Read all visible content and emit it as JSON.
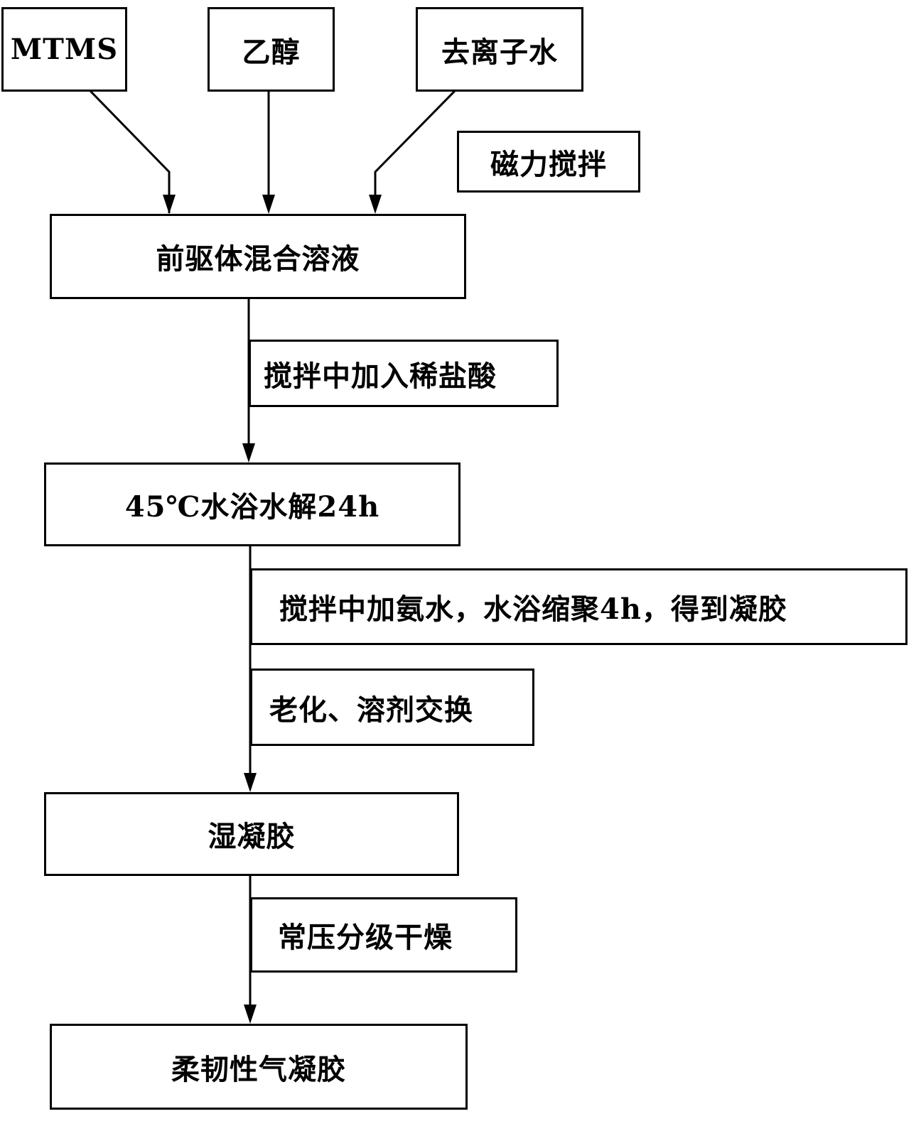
{
  "inputs": {
    "mtms": "MTMS",
    "ethanol": "乙醇",
    "water": "去离子水"
  },
  "notes": {
    "magnetic_stirring": "磁力搅拌",
    "add_hcl": "搅拌中加入稀盐酸",
    "add_ammonia": "搅拌中加氨水，水浴缩聚4h，得到凝胶",
    "aging": "老化、溶剂交换",
    "drying": "常压分级干燥"
  },
  "steps": {
    "precursor": "前驱体混合溶液",
    "hydrolysis": "45℃水浴水解24h",
    "wet_gel": "湿凝胶",
    "aerogel": "柔韧性气凝胶"
  }
}
